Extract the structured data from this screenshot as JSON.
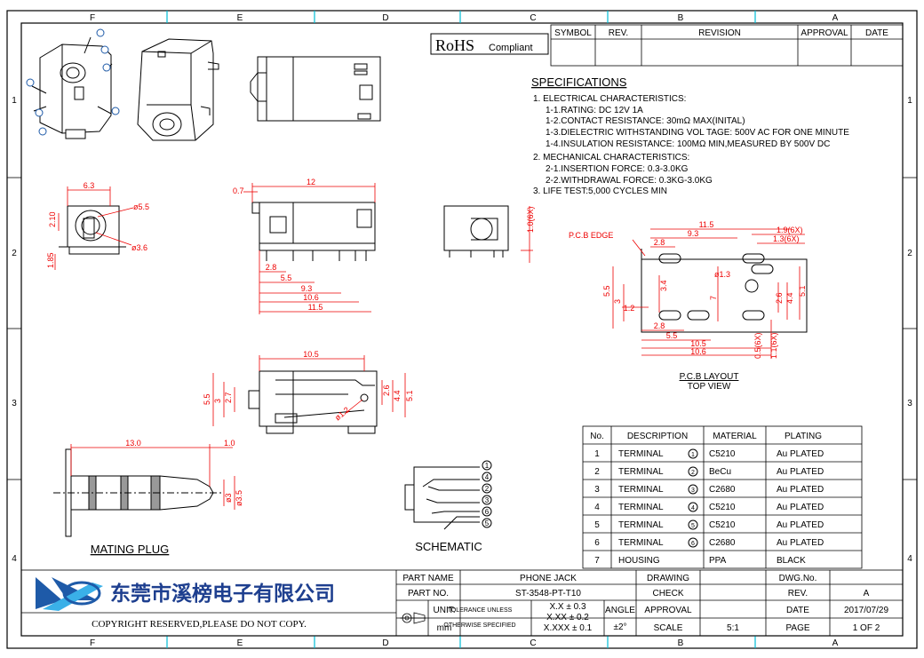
{
  "frame": {
    "cols_top": [
      "F",
      "E",
      "D",
      "C",
      "B",
      "A"
    ],
    "rows": [
      "1",
      "2",
      "3",
      "4"
    ],
    "accent_red": "#e00000",
    "accent_blue": "#1e5aa8"
  },
  "revision": {
    "headers": [
      "SYMBOL",
      "REV.",
      "REVISION",
      "APPROVAL",
      "DATE"
    ]
  },
  "rohs": {
    "main": "RoHS",
    "sub": "Compliant"
  },
  "specs": {
    "title": "SPECIFICATIONS",
    "lines": [
      "1. ELECTRICAL CHARACTERISTICS:",
      "1-1.RATING: DC 12V 1A",
      "1-2.CONTACT RESISTANCE: 30mΩ MAX(INITAL)",
      "1-3.DIELECTRIC WITHSTANDING VOL TAGE: 500V AC FOR ONE MINUTE",
      "1-4.INSULATION RESISTANCE: 100MΩ  MIN,MEASURED BY 500V DC",
      "2. MECHANICAL CHARACTERISTICS:",
      "2-1.INSERTION FORCE: 0.3-3.0KG",
      "2-2.WITHDRAWAL FORCE: 0.3KG-3.0KG",
      "3. LIFE TEST:5,000 CYCLES MIN"
    ]
  },
  "dims": {
    "front": {
      "d1": "6.3",
      "d2": "ø5.5",
      "d3": "2.10",
      "d4": "ø3.6",
      "d5": "1.85"
    },
    "side": {
      "d1": "0.7",
      "d2": "12",
      "d3": "2.8",
      "d4": "5.5",
      "d5": "9.3",
      "d6": "10.6",
      "d7": "11.5"
    },
    "end": {
      "d1": "1.0(6X)"
    },
    "pcb": {
      "edge": "P.C.B EDGE",
      "d1": "11.5",
      "d2": "9.3",
      "d3": "2.8",
      "d4": "1.9(6X)",
      "d5": "1.3(6X)",
      "d6": "ø1.3",
      "d7": "5.5",
      "d8": "3",
      "d9": "3.4",
      "d10": "7",
      "d11": "1.2",
      "d12": "2.6",
      "d13": "4.4",
      "d14": "5.1",
      "d15": "2.8",
      "d16": "5.5",
      "d17": "10.5",
      "d18": "10.6",
      "d19": "0.5(6X)",
      "d20": "1.1(6X)",
      "caption1": "P.C.B LAYOUT",
      "caption2": "TOP VIEW"
    },
    "top": {
      "d1": "10.5",
      "d2": "5.5",
      "d3": "3",
      "d4": "2.7",
      "d5": "2.6",
      "d6": "4.4",
      "d7": "5.1",
      "d8": "ø1.2"
    },
    "plug": {
      "d1": "13.0",
      "d2": "1.0",
      "d3": "ø3",
      "d4": "ø3.5",
      "caption": "MATING PLUG"
    }
  },
  "schematic": {
    "caption": "SCHEMATIC",
    "pins": [
      "1",
      "4",
      "2",
      "3",
      "6",
      "5"
    ]
  },
  "bom": {
    "headers": [
      "No.",
      "DESCRIPTION",
      "MATERIAL",
      "PLATING"
    ],
    "rows": [
      {
        "no": "1",
        "desc": "TERMINAL",
        "circ": "1",
        "mat": "C5210",
        "plat": "Au PLATED"
      },
      {
        "no": "2",
        "desc": "TERMINAL",
        "circ": "2",
        "mat": "BeCu",
        "plat": "Au PLATED"
      },
      {
        "no": "3",
        "desc": "TERMINAL",
        "circ": "3",
        "mat": "C2680",
        "plat": "Au PLATED"
      },
      {
        "no": "4",
        "desc": "TERMINAL",
        "circ": "4",
        "mat": "C5210",
        "plat": "Au PLATED"
      },
      {
        "no": "5",
        "desc": "TERMINAL",
        "circ": "5",
        "mat": "C5210",
        "plat": "Au PLATED"
      },
      {
        "no": "6",
        "desc": "TERMINAL",
        "circ": "6",
        "mat": "C2680",
        "plat": "Au PLATED"
      },
      {
        "no": "7",
        "desc": "HOUSING",
        "circ": "",
        "mat": "PPA",
        "plat": "BLACK"
      }
    ]
  },
  "title_block": {
    "company": "东莞市溪榜电子有限公司",
    "copyright": "COPYRIGHT RESERVED,PLEASE DO NOT COPY.",
    "part_name_label": "PART NAME",
    "part_name": "PHONE JACK",
    "part_no_label": "PART NO.",
    "part_no": "ST-3548-PT-T10",
    "unit_label": "UNIT:",
    "unit": "mm",
    "tol1": "TOLERANCE UNLESS",
    "tol2": "OTHERWISE SPECIFIED",
    "tx1": "X.X  ± 0.3",
    "tx2": "X.XX ± 0.2",
    "tx3": "X.XXX ± 0.1",
    "angle_label": "ANGLE",
    "angle": "±2°",
    "drawing_label": "DRAWING",
    "check_label": "CHECK",
    "approval_label": "APPROVAL",
    "scale_label": "SCALE",
    "scale": "5:1",
    "dwg_label": "DWG.No.",
    "rev_label": "REV.",
    "rev": "A",
    "date_label": "DATE",
    "date": "2017/07/29",
    "page_label": "PAGE",
    "page": "1 OF 2"
  }
}
